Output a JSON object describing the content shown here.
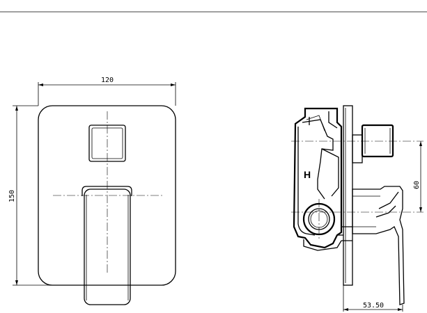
{
  "dimensions": {
    "width": "120",
    "height": "150",
    "outlet_offset": "60",
    "depth": "53.50"
  },
  "labels": {
    "hot_marker": "H"
  }
}
